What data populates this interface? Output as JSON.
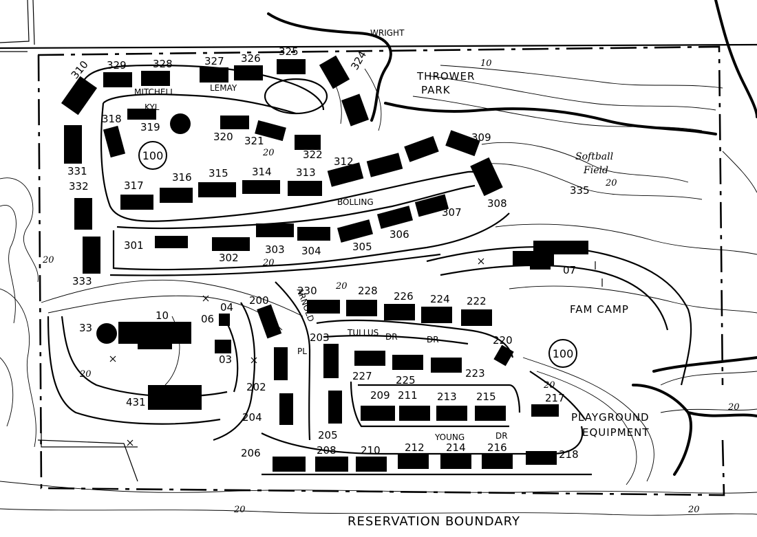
{
  "map": {
    "areas": {
      "thrower_park_1": "THROWER",
      "thrower_park_2": "PARK",
      "softball_1": "Softball",
      "softball_2": "Field",
      "fam_camp": "FAM CAMP",
      "playground_1": "PLAYGROUND",
      "playground_2": "EQUIPMENT",
      "reservation": "RESERVATION BOUNDARY"
    },
    "route_markers": [
      "100",
      "100"
    ],
    "building_labels": {
      "b310": "310",
      "b329": "329",
      "b328": "328",
      "b327": "327",
      "b326": "326",
      "b325": "325",
      "b324": "324",
      "b318": "318",
      "b319": "319",
      "b320": "320",
      "b321": "321",
      "b322": "322",
      "b331": "331",
      "b332": "332",
      "b333": "333",
      "b317": "317",
      "b316": "316",
      "b315": "315",
      "b314": "314",
      "b313": "313",
      "b312": "312",
      "b309": "309",
      "b308": "308",
      "b307": "307",
      "b306": "306",
      "b305": "305",
      "b304": "304",
      "b303": "303",
      "b302": "302",
      "b301": "301",
      "b335": "335",
      "b07": "07",
      "b10": "10",
      "b06": "06",
      "b04": "04",
      "b03": "03",
      "b33": "33",
      "b431": "431",
      "b200": "200",
      "b230": "230",
      "b228": "228",
      "b226": "226",
      "b224": "224",
      "b222": "222",
      "b203": "203",
      "b220": "220",
      "b227": "227",
      "b225": "225",
      "b223": "223",
      "b202": "202",
      "b209": "209",
      "b211": "211",
      "b213": "213",
      "b215": "215",
      "b217": "217",
      "b204": "204",
      "b205": "205",
      "b206": "206",
      "b208": "208",
      "b210": "210",
      "b212": "212",
      "b214": "214",
      "b216": "216",
      "b218": "218"
    },
    "street_labels": {
      "mitchell": "MITCHELL",
      "lemay": "LEMAY",
      "kyl": "KYL",
      "bolling": "BOLLING",
      "tullus": "TULLUS",
      "dr1": "DR",
      "dr2": "DR",
      "arnold": "ARNOLD",
      "pl": "PL",
      "young": "YOUNG",
      "dr3": "DR",
      "wright": "WRIGHT"
    },
    "contour_values": [
      "10",
      "20",
      "20",
      "20",
      "20",
      "20",
      "20",
      "20",
      "20",
      "20",
      "20"
    ]
  }
}
